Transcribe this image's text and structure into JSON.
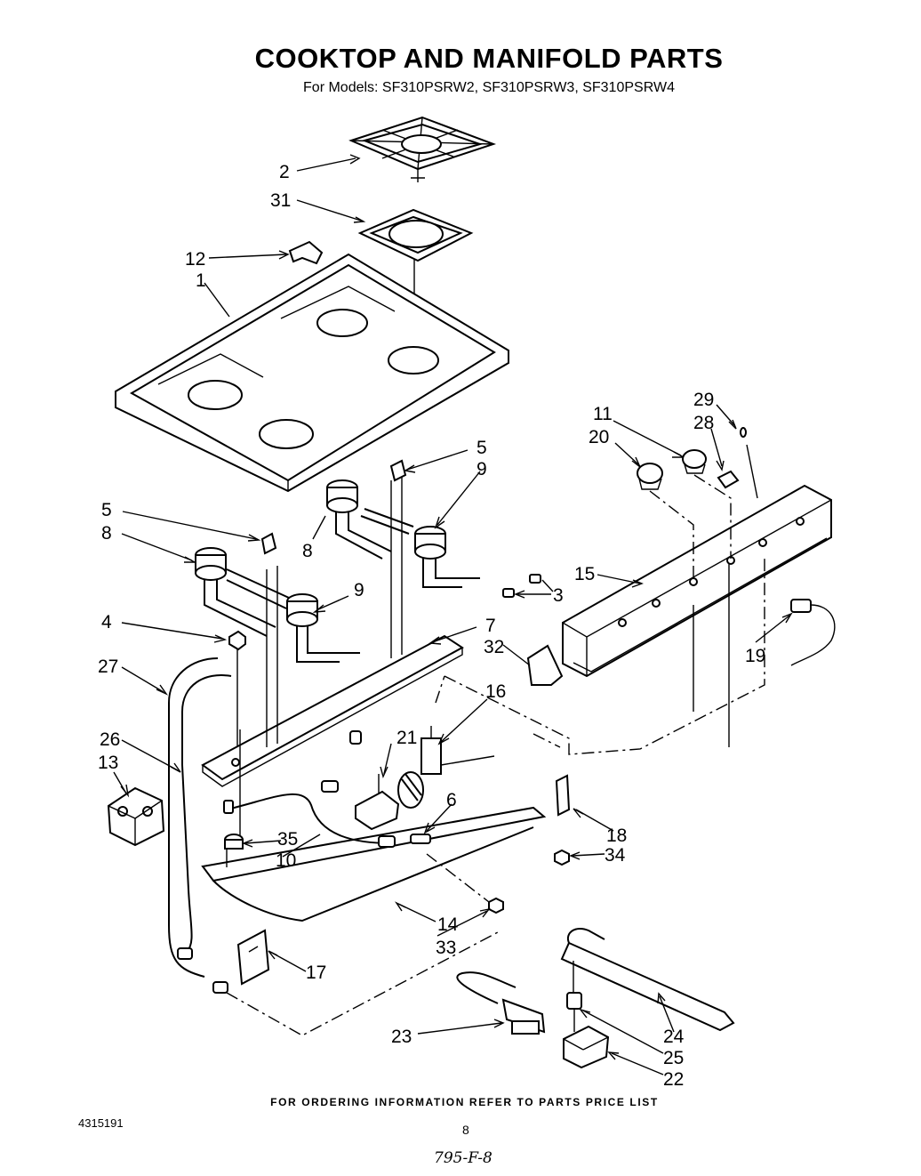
{
  "header": {
    "title": "COOKTOP AND MANIFOLD PARTS",
    "models": "For Models: SF310PSRW2, SF310PSRW3, SF310PSRW4"
  },
  "callouts": [
    {
      "id": "c2",
      "text": "2"
    },
    {
      "id": "c31",
      "text": "31"
    },
    {
      "id": "c12",
      "text": "12"
    },
    {
      "id": "c1",
      "text": "1"
    },
    {
      "id": "c29",
      "text": "29"
    },
    {
      "id": "c28",
      "text": "28"
    },
    {
      "id": "c11",
      "text": "11"
    },
    {
      "id": "c20",
      "text": "20"
    },
    {
      "id": "c5a",
      "text": "5"
    },
    {
      "id": "c9a",
      "text": "9"
    },
    {
      "id": "c5b",
      "text": "5"
    },
    {
      "id": "c8a",
      "text": "8"
    },
    {
      "id": "c8b",
      "text": "8"
    },
    {
      "id": "c15",
      "text": "15"
    },
    {
      "id": "c3",
      "text": "3"
    },
    {
      "id": "c9b",
      "text": "9"
    },
    {
      "id": "c4",
      "text": "4"
    },
    {
      "id": "c7",
      "text": "7"
    },
    {
      "id": "c32",
      "text": "32"
    },
    {
      "id": "c19",
      "text": "19"
    },
    {
      "id": "c27",
      "text": "27"
    },
    {
      "id": "c16",
      "text": "16"
    },
    {
      "id": "c21",
      "text": "21"
    },
    {
      "id": "c26",
      "text": "26"
    },
    {
      "id": "c13",
      "text": "13"
    },
    {
      "id": "c6",
      "text": "6"
    },
    {
      "id": "c18",
      "text": "18"
    },
    {
      "id": "c35",
      "text": "35"
    },
    {
      "id": "c10",
      "text": "10"
    },
    {
      "id": "c34",
      "text": "34"
    },
    {
      "id": "c14",
      "text": "14"
    },
    {
      "id": "c33",
      "text": "33"
    },
    {
      "id": "c17",
      "text": "17"
    },
    {
      "id": "c23",
      "text": "23"
    },
    {
      "id": "c24",
      "text": "24"
    },
    {
      "id": "c25",
      "text": "25"
    },
    {
      "id": "c22",
      "text": "22"
    }
  ],
  "footer": {
    "ordering_note": "FOR ORDERING INFORMATION REFER TO PARTS PRICE LIST",
    "doc_number": "4315191",
    "page_number": "8",
    "handwritten_note": "795-F-8"
  }
}
